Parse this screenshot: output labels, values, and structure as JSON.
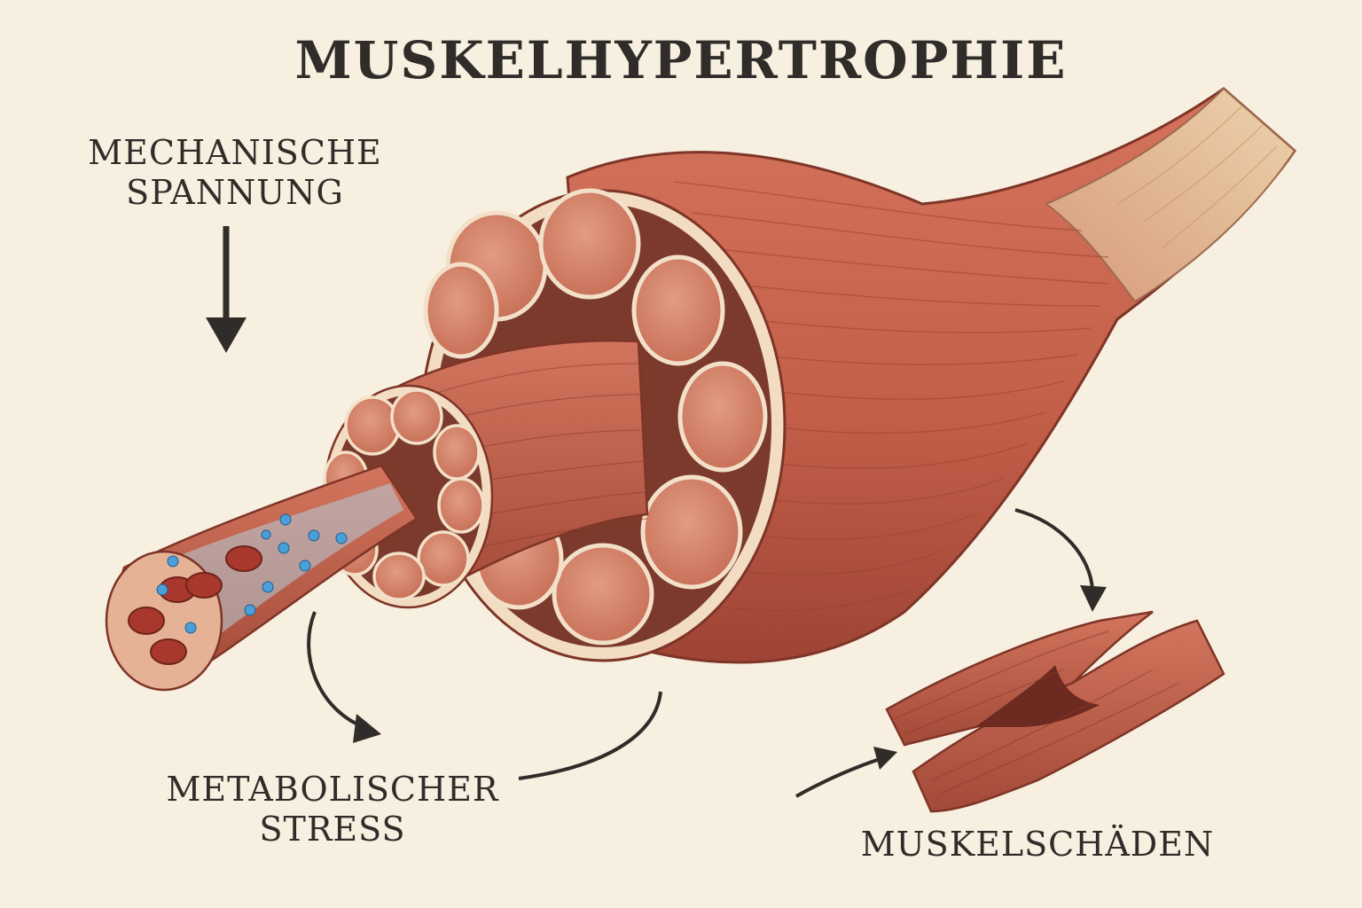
{
  "title": "MUSKELHYPERTROPHIE",
  "labels": {
    "mechanical": {
      "line1": "MECHANISCHE",
      "line2": "SPANNUNG"
    },
    "metabolic": {
      "line1": "METABOLISCHER",
      "line2": "STRESS"
    },
    "damage": {
      "text": "MUSKELSCHÄDEN"
    }
  },
  "colors": {
    "background": "#f7efdf",
    "muscle": "#c8644f",
    "muscle_dark": "#8e3a2c",
    "tendon": "#e3c49b",
    "fascia": "#f3dcc3",
    "blood_cell": "#a8382c",
    "ion_dot": "#4a9fd8",
    "arrow": "#2f2c29"
  }
}
